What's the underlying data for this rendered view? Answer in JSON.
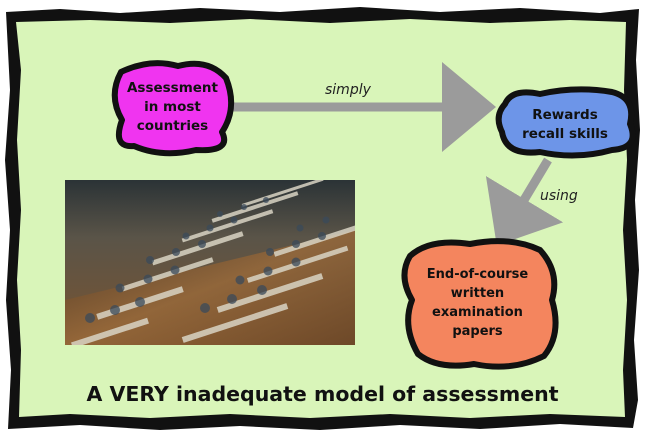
{
  "colors": {
    "background": "#d9f5b9",
    "frame": "#111111",
    "arrow": "#9b9b9b",
    "node_assessment": "#f034f0",
    "node_rewards": "#6d95e8",
    "node_papers": "#f4855e"
  },
  "nodes": {
    "assessment": "Assessment\nin most\ncountries",
    "rewards": "Rewards\nrecall skills",
    "papers": "End-of-course\nwritten\nexamination\npapers"
  },
  "edges": {
    "simply": "simply",
    "using": "using"
  },
  "caption": "A VERY inadequate model of assessment",
  "photo": {
    "subject": "rows-of-students-in-exam-hall"
  }
}
